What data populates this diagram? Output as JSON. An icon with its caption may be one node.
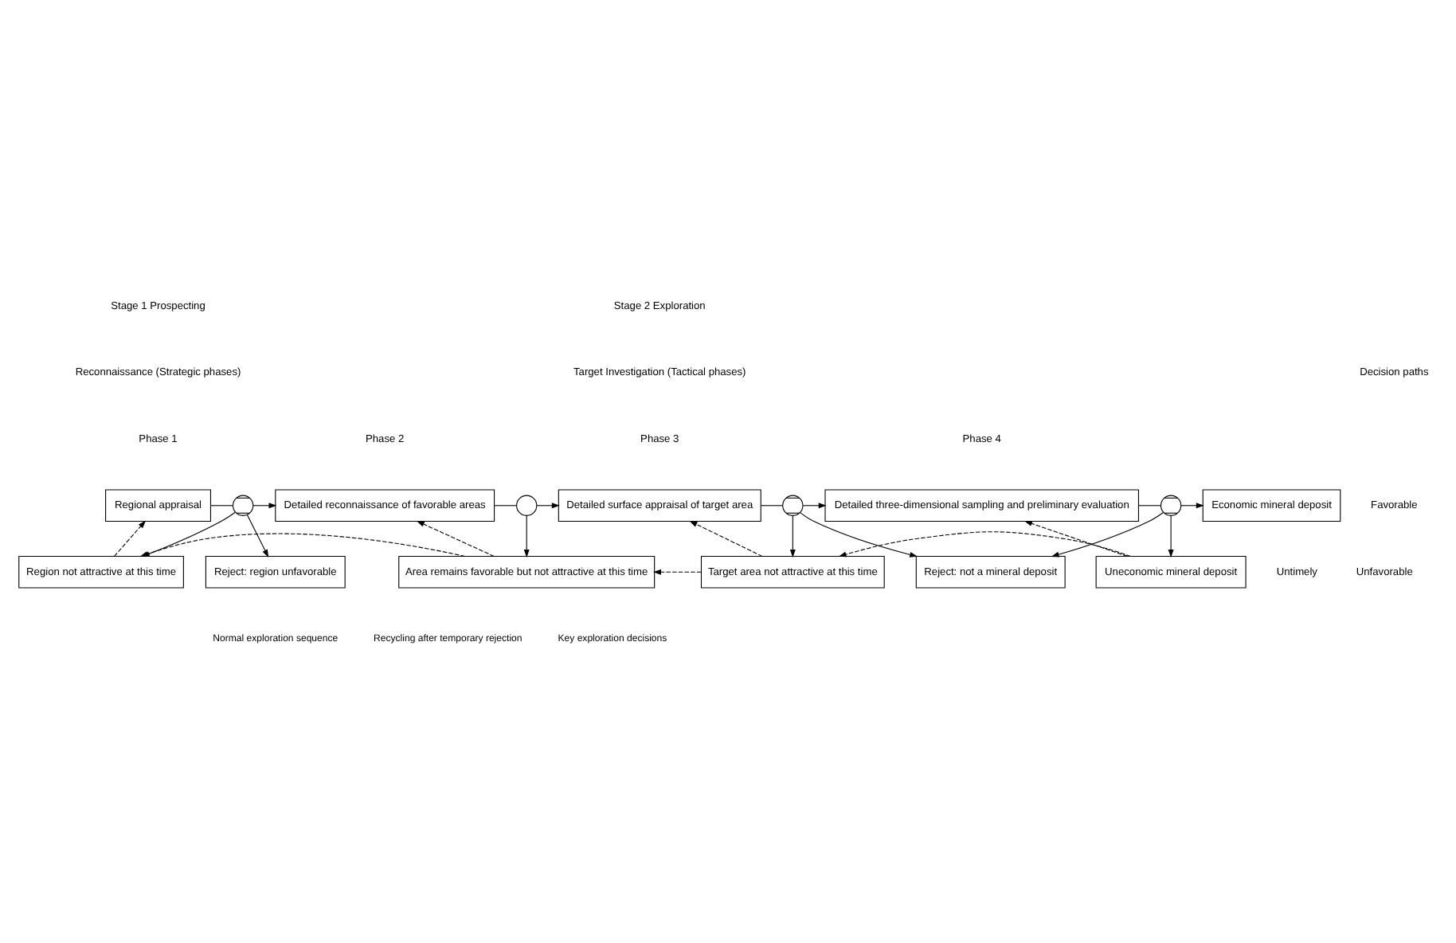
{
  "diagram": {
    "nodes": [
      {
        "text": [
          "Regional appraisal"
        ]
      },
      {
        "text": [],
        "shape": "circle"
      },
      {
        "text": [
          "Detailed reconnaissance of favorable areas"
        ]
      },
      {
        "text": [],
        "shape": "circle"
      },
      {
        "text": [
          "Detailed surface appraisal of target area"
        ]
      },
      {
        "text": [],
        "shape": "circle"
      },
      {
        "text": [
          "Detailed three-dimensional sampling and preliminary evaluation"
        ]
      },
      {
        "text": [],
        "shape": "circle"
      },
      {
        "text": [
          "Economic mineral deposit"
        ]
      },
      {
        "text": [
          "Region not attractive at this time"
        ]
      },
      {
        "text": [
          "Area remains favorable but not attractive at this time"
        ]
      },
      {
        "text": [
          "Target area not attractive at this time"
        ]
      },
      {
        "text": [
          "Uneconomic mineral deposit"
        ]
      },
      {
        "text": [
          "Reject: region unfavorable"
        ]
      },
      {
        "text": [
          "Reject: not a mineral deposit"
        ]
      }
    ],
    "edges": [
      {
        "from": 0,
        "to": 1,
        "arrow": "none"
      },
      {
        "from": 1,
        "to": 2,
        "arrow": "to"
      },
      {
        "from": 1,
        "to": 9,
        "arrow": "to"
      },
      {
        "from": 1,
        "to": 13,
        "arrow": "to"
      },
      {
        "from": 9,
        "to": 0,
        "arrow": "to",
        "style": "dashed"
      },
      {
        "from": 2,
        "to": 3,
        "arrow": "none"
      },
      {
        "from": 3,
        "to": 4,
        "arrow": "to"
      },
      {
        "from": 3,
        "to": 10,
        "arrow": "to"
      },
      {
        "from": 10,
        "to": 2,
        "arrow": "to",
        "style": "dashed"
      },
      {
        "from": 10,
        "to": 9,
        "arrow": "to",
        "style": "dashed"
      },
      {
        "from": 4,
        "to": 5,
        "arrow": "none"
      },
      {
        "from": 5,
        "to": 6,
        "arrow": "to"
      },
      {
        "from": 5,
        "to": 11,
        "arrow": "to"
      },
      {
        "from": 5,
        "to": 14,
        "arrow": "to"
      },
      {
        "from": 11,
        "to": 4,
        "arrow": "to",
        "style": "dashed"
      },
      {
        "from": 11,
        "to": 10,
        "arrow": "to",
        "style": "dashed"
      },
      {
        "from": 6,
        "to": 7,
        "arrow": "none"
      },
      {
        "from": 7,
        "to": 8,
        "arrow": "to"
      },
      {
        "from": 7,
        "to": 12,
        "arrow": "to"
      },
      {
        "from": 7,
        "to": 14,
        "arrow": "to"
      },
      {
        "from": 12,
        "to": 6,
        "arrow": "to",
        "style": "dashed"
      },
      {
        "from": 12,
        "to": 11,
        "arrow": "to",
        "style": "dashed"
      }
    ],
    "labels": [
      "Stage 1 Prospecting",
      "Stage 2 Exploration",
      "Reconnaissance (Strategic phases)",
      "Target Investigation (Tactical phases)",
      "Decision paths",
      "Phase 1",
      "Phase 2",
      "Phase 3",
      "Phase 4",
      "Favorable",
      "Untimely",
      "Unfavorable"
    ],
    "legend": [
      {
        "text": "Normal exploration sequence"
      },
      {
        "text": "Recycling after temporary rejection"
      },
      {
        "text": "Key exploration decisions"
      }
    ]
  }
}
